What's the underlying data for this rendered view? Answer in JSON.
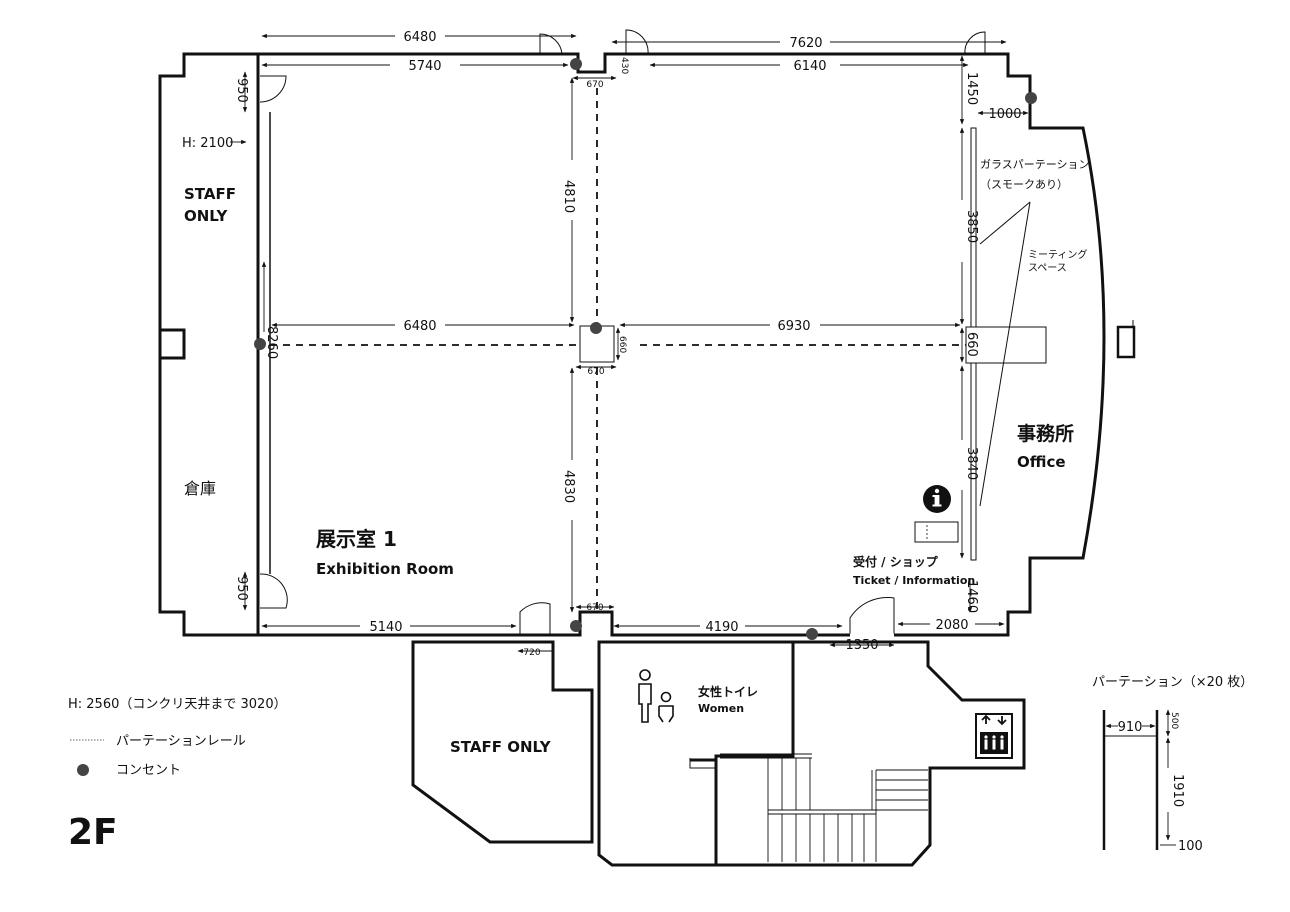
{
  "floor": "2F",
  "rooms": {
    "exhibition_jp": "展示室 1",
    "exhibition_en": "Exhibition Room",
    "staff_only_left_1": "STAFF",
    "staff_only_left_2": "ONLY",
    "storage": "倉庫",
    "office_jp": "事務所",
    "office_en": "Office",
    "reception_jp": "受付 / ショップ",
    "reception_en": "Ticket / Information",
    "staff_only_bottom": "STAFF ONLY",
    "womens_jp": "女性トイレ",
    "womens_en": "Women",
    "glass_partition_1": "ガラスパーテーション",
    "glass_partition_2": "（スモークあり）",
    "meeting_1": "ミーティング",
    "meeting_2": "スペース"
  },
  "dimensions": {
    "top_left_outer": "6480",
    "top_left_inner": "5740",
    "top_right_outer": "7620",
    "top_right_inner": "6140",
    "gap_430": "430",
    "top_670": "670",
    "left_950_top": "950",
    "left_height": "H: 2100",
    "col_4810": "4810",
    "col_4830": "4830",
    "mid_left_6480": "6480",
    "mid_right_6930": "6930",
    "mid_660": "660",
    "mid_670": "670",
    "left_8260": "8260",
    "left_950_bottom": "950",
    "right_1450": "1450",
    "right_1000": "1000",
    "right_3850": "3850",
    "right_660": "660",
    "right_3840": "3840",
    "right_1460": "1460",
    "bottom_5140": "5140",
    "bottom_670": "670",
    "bottom_4190": "4190",
    "bottom_2080": "2080",
    "bottom_720": "720",
    "bottom_1350": "1350"
  },
  "legend": {
    "ceiling": "H: 2560（コンクリ天井まで 3020）",
    "rail": "パーテーションレール",
    "outlet": "コンセント"
  },
  "partition_detail": {
    "title": "パーテーション（×20 枚）",
    "width": "910",
    "top": "500",
    "height": "1910",
    "bottom": "100"
  },
  "icons": {
    "info": "info-icon",
    "elevator": "elevator-icon",
    "toilet": "restroom-icon"
  }
}
